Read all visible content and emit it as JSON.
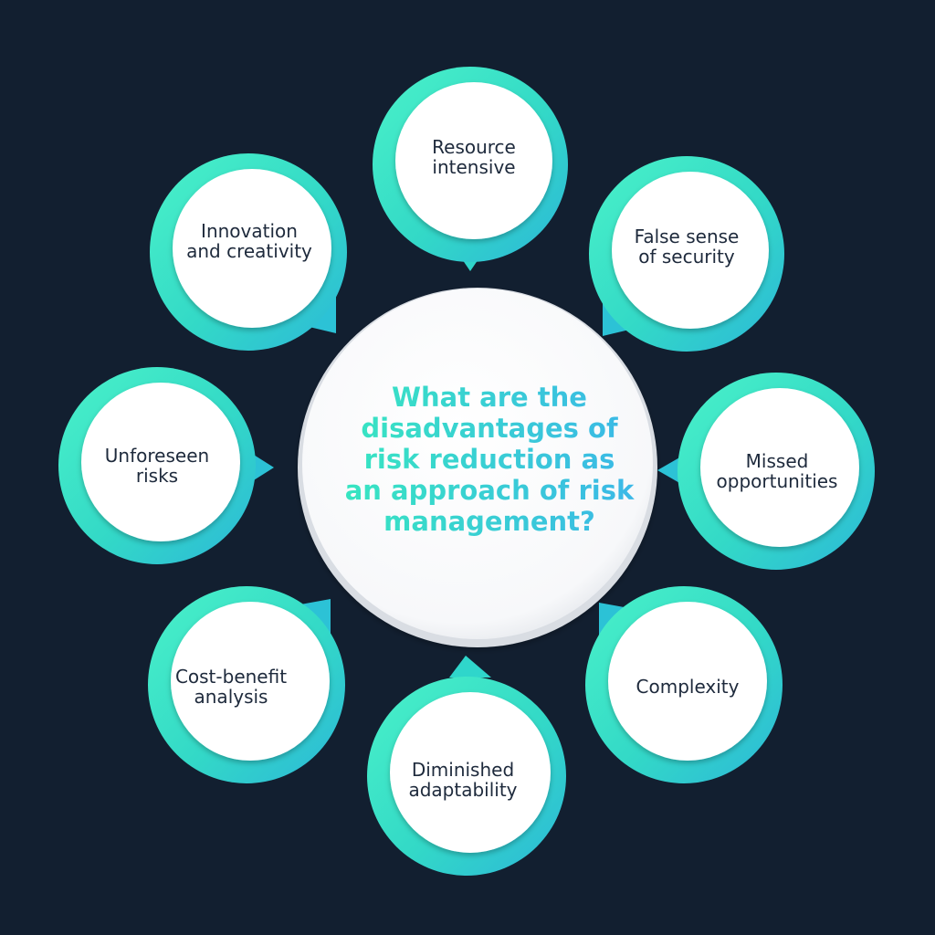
{
  "center": {
    "title": "What are the\ndisadvantages of\nrisk reduction as\nan approach of risk\nmanagement?"
  },
  "nodes": [
    {
      "label": "Resource\nintensive"
    },
    {
      "label": "False sense\nof security"
    },
    {
      "label": "Missed\nopportunities"
    },
    {
      "label": "Complexity"
    },
    {
      "label": "Diminished\nadaptability"
    },
    {
      "label": "Cost-benefit\nanalysis"
    },
    {
      "label": "Unforeseen\nrisks"
    },
    {
      "label": "Innovation\nand creativity"
    }
  ],
  "colors": {
    "background": "#121f30",
    "ring_start": "#4af2c8",
    "ring_end": "#2cb7d8",
    "text": "#1e2a3c"
  }
}
